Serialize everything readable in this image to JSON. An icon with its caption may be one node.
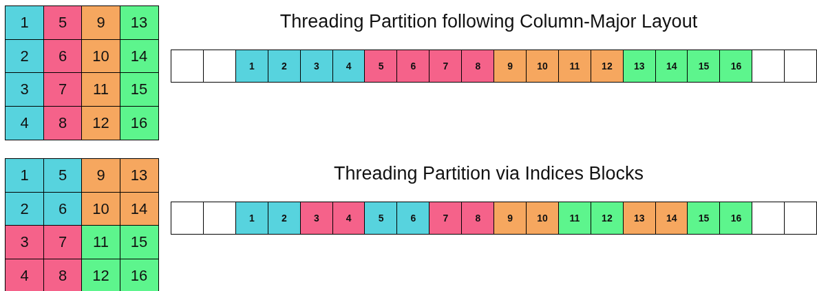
{
  "diagram": {
    "labels": [
      "1",
      "5",
      "9",
      "13",
      "2",
      "6",
      "10",
      "14",
      "3",
      "7",
      "11",
      "15",
      "4",
      "8",
      "12",
      "16",
      "Threading Partition following Column-Major Layout",
      "1",
      "2",
      "3",
      "4",
      "5",
      "6",
      "7",
      "8",
      "9",
      "10",
      "11",
      "12",
      "13",
      "14",
      "15",
      "16",
      "1",
      "5",
      "9",
      "13",
      "2",
      "6",
      "10",
      "14",
      "3",
      "7",
      "11",
      "15",
      "4",
      "8",
      "12",
      "16",
      "Threading Partition via Indices Blocks",
      "1",
      "2",
      "3",
      "4",
      "5",
      "6",
      "7",
      "8",
      "9",
      "10",
      "11",
      "12",
      "13",
      "14",
      "15",
      "16"
    ]
  }
}
